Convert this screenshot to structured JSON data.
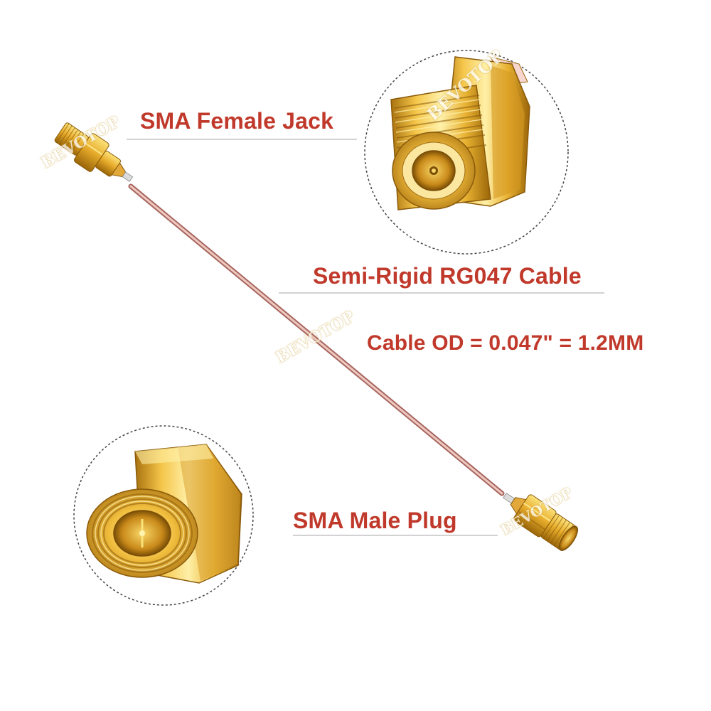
{
  "labels": {
    "female": "SMA Female Jack",
    "cable": "Semi-Rigid RG047 Cable",
    "od": "Cable OD = 0.047\" = 1.2MM",
    "male": "SMA Male Plug"
  },
  "watermark": "BEVOTOP",
  "icons": {
    "female_connector": "sma-female-jack-icon",
    "male_connector": "sma-male-plug-icon",
    "cable": "semi-rigid-cable-icon"
  },
  "colors": {
    "label_text": "#c0392b",
    "leader_line": "#b8b8b8",
    "gold": "#e0b33a",
    "gold_dark": "#9a6b10",
    "gold_light": "#fde58a",
    "cable_copper": "#c9908a"
  }
}
